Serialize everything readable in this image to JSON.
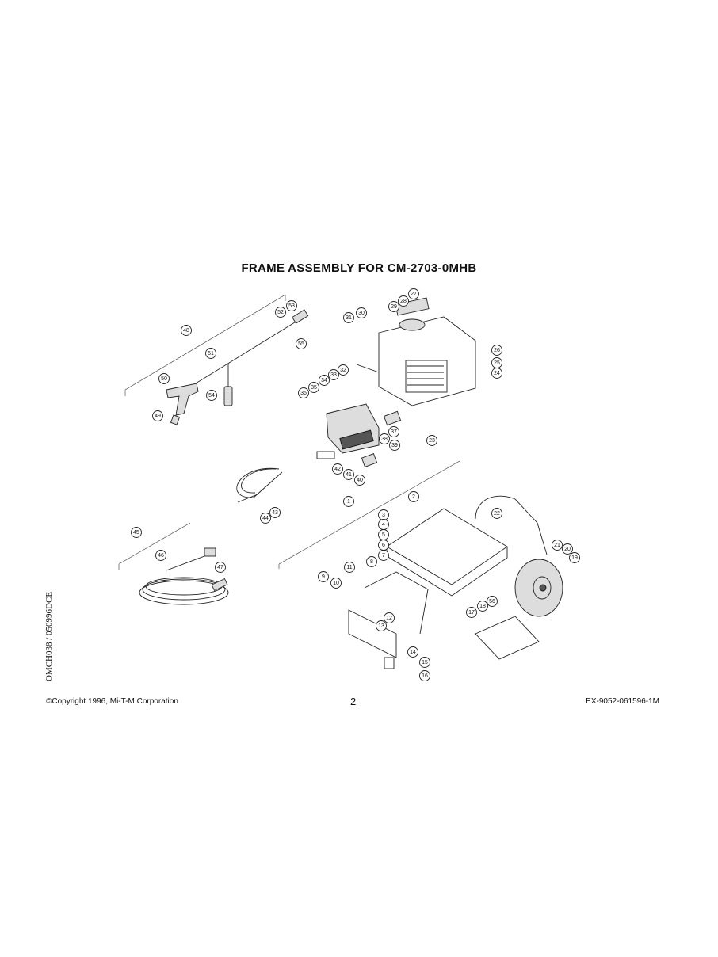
{
  "title": "FRAME ASSEMBLY FOR CM-2703-0MHB",
  "footer": {
    "copyright": "©Copyright 1996, Mi-T-M Corporation",
    "page_number": "2",
    "document_code": "EX-9052-061596-1M",
    "side_code": "OMCH038 / 050996DCE"
  },
  "callouts": [
    "1",
    "2",
    "3",
    "4",
    "5",
    "6",
    "7",
    "8",
    "9",
    "10",
    "11",
    "12",
    "13",
    "14",
    "15",
    "16",
    "17",
    "18",
    "19",
    "20",
    "21",
    "22",
    "23",
    "24",
    "25",
    "26",
    "27",
    "28",
    "29",
    "30",
    "31",
    "32",
    "33",
    "34",
    "35",
    "36",
    "37",
    "38",
    "39",
    "40",
    "41",
    "42",
    "43",
    "44",
    "45",
    "46",
    "47",
    "48",
    "49",
    "50",
    "51",
    "52",
    "53",
    "54",
    "55",
    "56"
  ]
}
